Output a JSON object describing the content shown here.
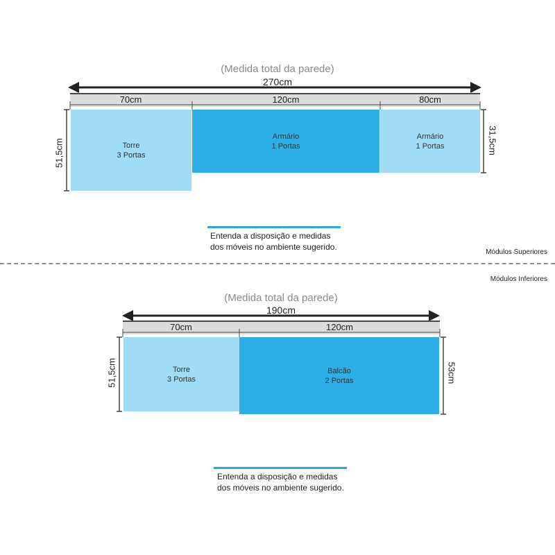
{
  "upper": {
    "title": "(Medida total da parede)",
    "total": "270cm",
    "widths": [
      "70cm",
      "120cm",
      "80cm"
    ],
    "left_height": "51,5cm",
    "right_height": "31,5cm",
    "modules": [
      {
        "name": "Torre",
        "doors": "3 Portas"
      },
      {
        "name": "Armário",
        "doors": "1 Portas"
      },
      {
        "name": "Armário",
        "doors": "1 Portas"
      }
    ],
    "note_line1": "Entenda a disposição e medidas",
    "note_line2": "dos móveis no ambiente sugerido.",
    "section_label": "Módulos Superiores"
  },
  "lower": {
    "section_label": "Módulos Inferiores",
    "title": "(Medida total da parede)",
    "total": "190cm",
    "widths": [
      "70cm",
      "120cm"
    ],
    "left_height": "51,5cm",
    "right_height": "53cm",
    "modules": [
      {
        "name": "Torre",
        "doors": "3 Portas"
      },
      {
        "name": "Balcão",
        "doors": "2 Portas"
      }
    ],
    "note_line1": "Entenda a disposição e medidas",
    "note_line2": "dos móveis no ambiente sugerido."
  },
  "colors": {
    "light_blue": "#a0dcf5",
    "mid_blue": "#2eaee6",
    "accent_line": "#29a8e0",
    "dimension_bar": "#dcdcdc"
  }
}
